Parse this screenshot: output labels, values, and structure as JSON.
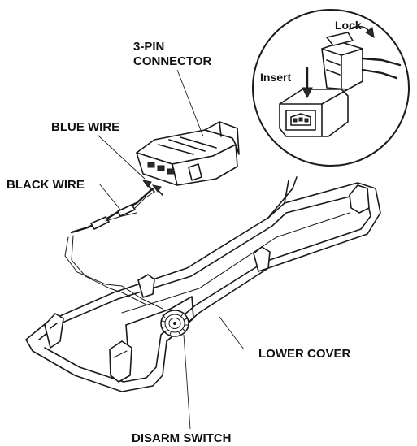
{
  "labels": {
    "connector_line1": "3-PIN",
    "connector_line2": "CONNECTOR",
    "blue_wire": "BLUE WIRE",
    "black_wire": "BLACK WIRE",
    "lower_cover": "LOWER COVER",
    "disarm_switch": "DISARM SWITCH"
  },
  "inset": {
    "lock": "Lock",
    "insert": "Insert"
  }
}
